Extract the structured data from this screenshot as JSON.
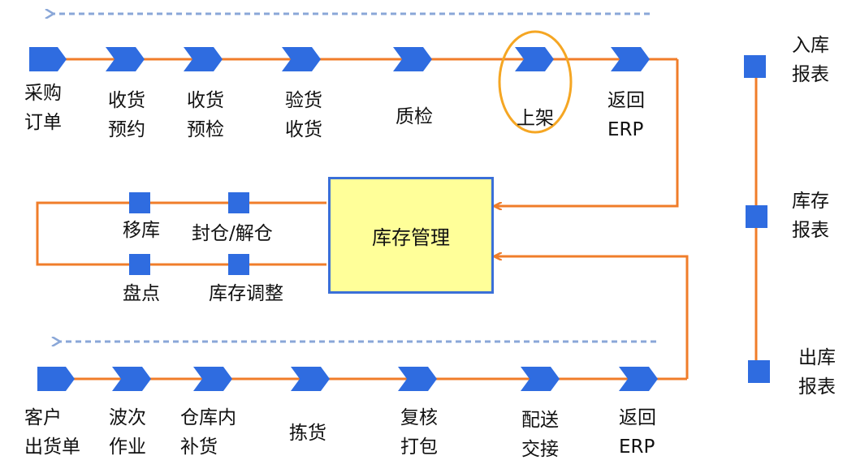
{
  "colors": {
    "flow_line": "#f07d2a",
    "node": "#2f6ce0",
    "dashed_arrow": "#8aa7d8",
    "highlight": "#f5a623",
    "central_fill": "#ffff99",
    "central_border": "#3a6fd8"
  },
  "inbound": {
    "steps": [
      {
        "lines": [
          "采购",
          "订单"
        ]
      },
      {
        "lines": [
          "收货",
          "预约"
        ]
      },
      {
        "lines": [
          "收货",
          "预检"
        ]
      },
      {
        "lines": [
          "验货",
          "收货"
        ]
      },
      {
        "lines": [
          "质检"
        ]
      },
      {
        "lines": [
          "上架"
        ],
        "highlighted": true
      },
      {
        "lines": [
          "返回",
          "ERP"
        ]
      }
    ]
  },
  "inventory": {
    "title": "库存管理",
    "operations": [
      {
        "label": "移库"
      },
      {
        "label": "封仓/解仓"
      },
      {
        "label": "盘点"
      },
      {
        "label": "库存调整"
      }
    ]
  },
  "outbound": {
    "steps": [
      {
        "lines": [
          "客户",
          "出货单"
        ]
      },
      {
        "lines": [
          "波次",
          "作业"
        ]
      },
      {
        "lines": [
          "仓库内",
          "补货"
        ]
      },
      {
        "lines": [
          "拣货"
        ]
      },
      {
        "lines": [
          "复核",
          "打包"
        ]
      },
      {
        "lines": [
          "配送",
          "交接"
        ]
      },
      {
        "lines": [
          "返回",
          "ERP"
        ]
      }
    ]
  },
  "reports": [
    {
      "lines": [
        "入库",
        "报表"
      ]
    },
    {
      "lines": [
        "库存",
        "报表"
      ]
    },
    {
      "lines": [
        "出库",
        "报表"
      ]
    }
  ]
}
